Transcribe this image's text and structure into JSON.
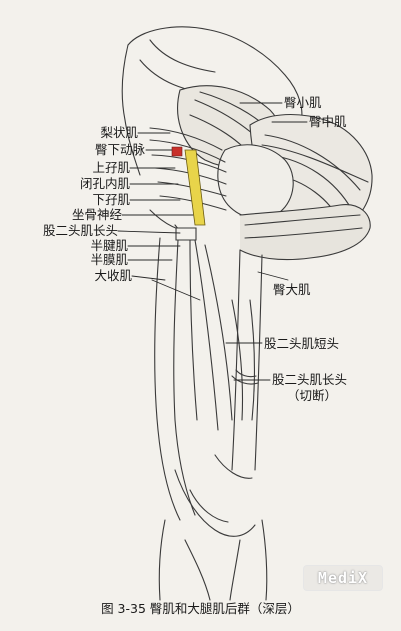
{
  "labels": {
    "gluteus_minimus": "臀小肌",
    "gluteus_medius": "臀中肌",
    "piriformis": "梨状肌",
    "inferior_gluteal_artery": "臀下动脉",
    "superior_gemellus": "上孖肌",
    "obturator_internus": "闭孔内肌",
    "inferior_gemellus": "下孖肌",
    "sciatic_nerve": "坐骨神经",
    "biceps_long_head_upper": "股二头肌长头",
    "semitendinosus": "半腱肌",
    "semimembranosus": "半膜肌",
    "adductor_magnus": "大收肌",
    "gluteus_maximus": "臀大肌",
    "biceps_short_head": "股二头肌短头",
    "biceps_long_head_lower": "股二头肌长头",
    "cut_note": "（切断）"
  },
  "watermark": "MediX",
  "caption": "图 3-35    臀肌和大腿肌后群（深层）",
  "colors": {
    "line": "#2a2a2a",
    "nerve": "#e8d44a",
    "artery": "#c8302a"
  }
}
